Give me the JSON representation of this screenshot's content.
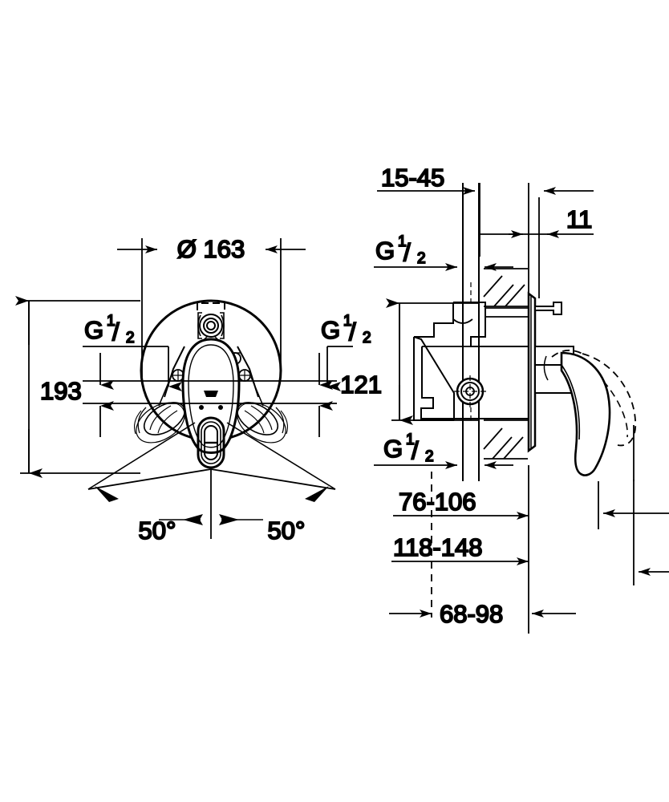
{
  "drawing": {
    "title": "Concealed single-lever bath mixer dimension drawing",
    "units": "mm",
    "background_color": "#ffffff",
    "line_color": "#000000",
    "views": [
      {
        "id": "front",
        "name": "front-elevation-view"
      },
      {
        "id": "side",
        "name": "side-section-view"
      }
    ]
  },
  "front_view": {
    "name": "front-elevation-view",
    "diameter_label": "Ø 163",
    "height_label": "193",
    "thread_label_left": {
      "prefix": "G",
      "numerator": "1",
      "slash": "/",
      "denominator": "2"
    },
    "thread_label_right": {
      "prefix": "G",
      "numerator": "1",
      "slash": "/",
      "denominator": "2"
    },
    "angle_left": "50°",
    "angle_right": "50°"
  },
  "side_view": {
    "name": "side-section-view",
    "depth_range_label": "15-45",
    "plate_thickness_label": "11",
    "height_label": "121",
    "thread_label_upper": {
      "prefix": "G",
      "numerator": "1",
      "slash": "/",
      "denominator": "2"
    },
    "thread_label_lower": {
      "prefix": "G",
      "numerator": "1",
      "slash": "/",
      "denominator": "2"
    },
    "dim_76_106": "76-106",
    "dim_118_148": "118-148",
    "dim_68_98": "68-98"
  },
  "colors": {
    "stroke": "#000000",
    "background": "#ffffff"
  }
}
